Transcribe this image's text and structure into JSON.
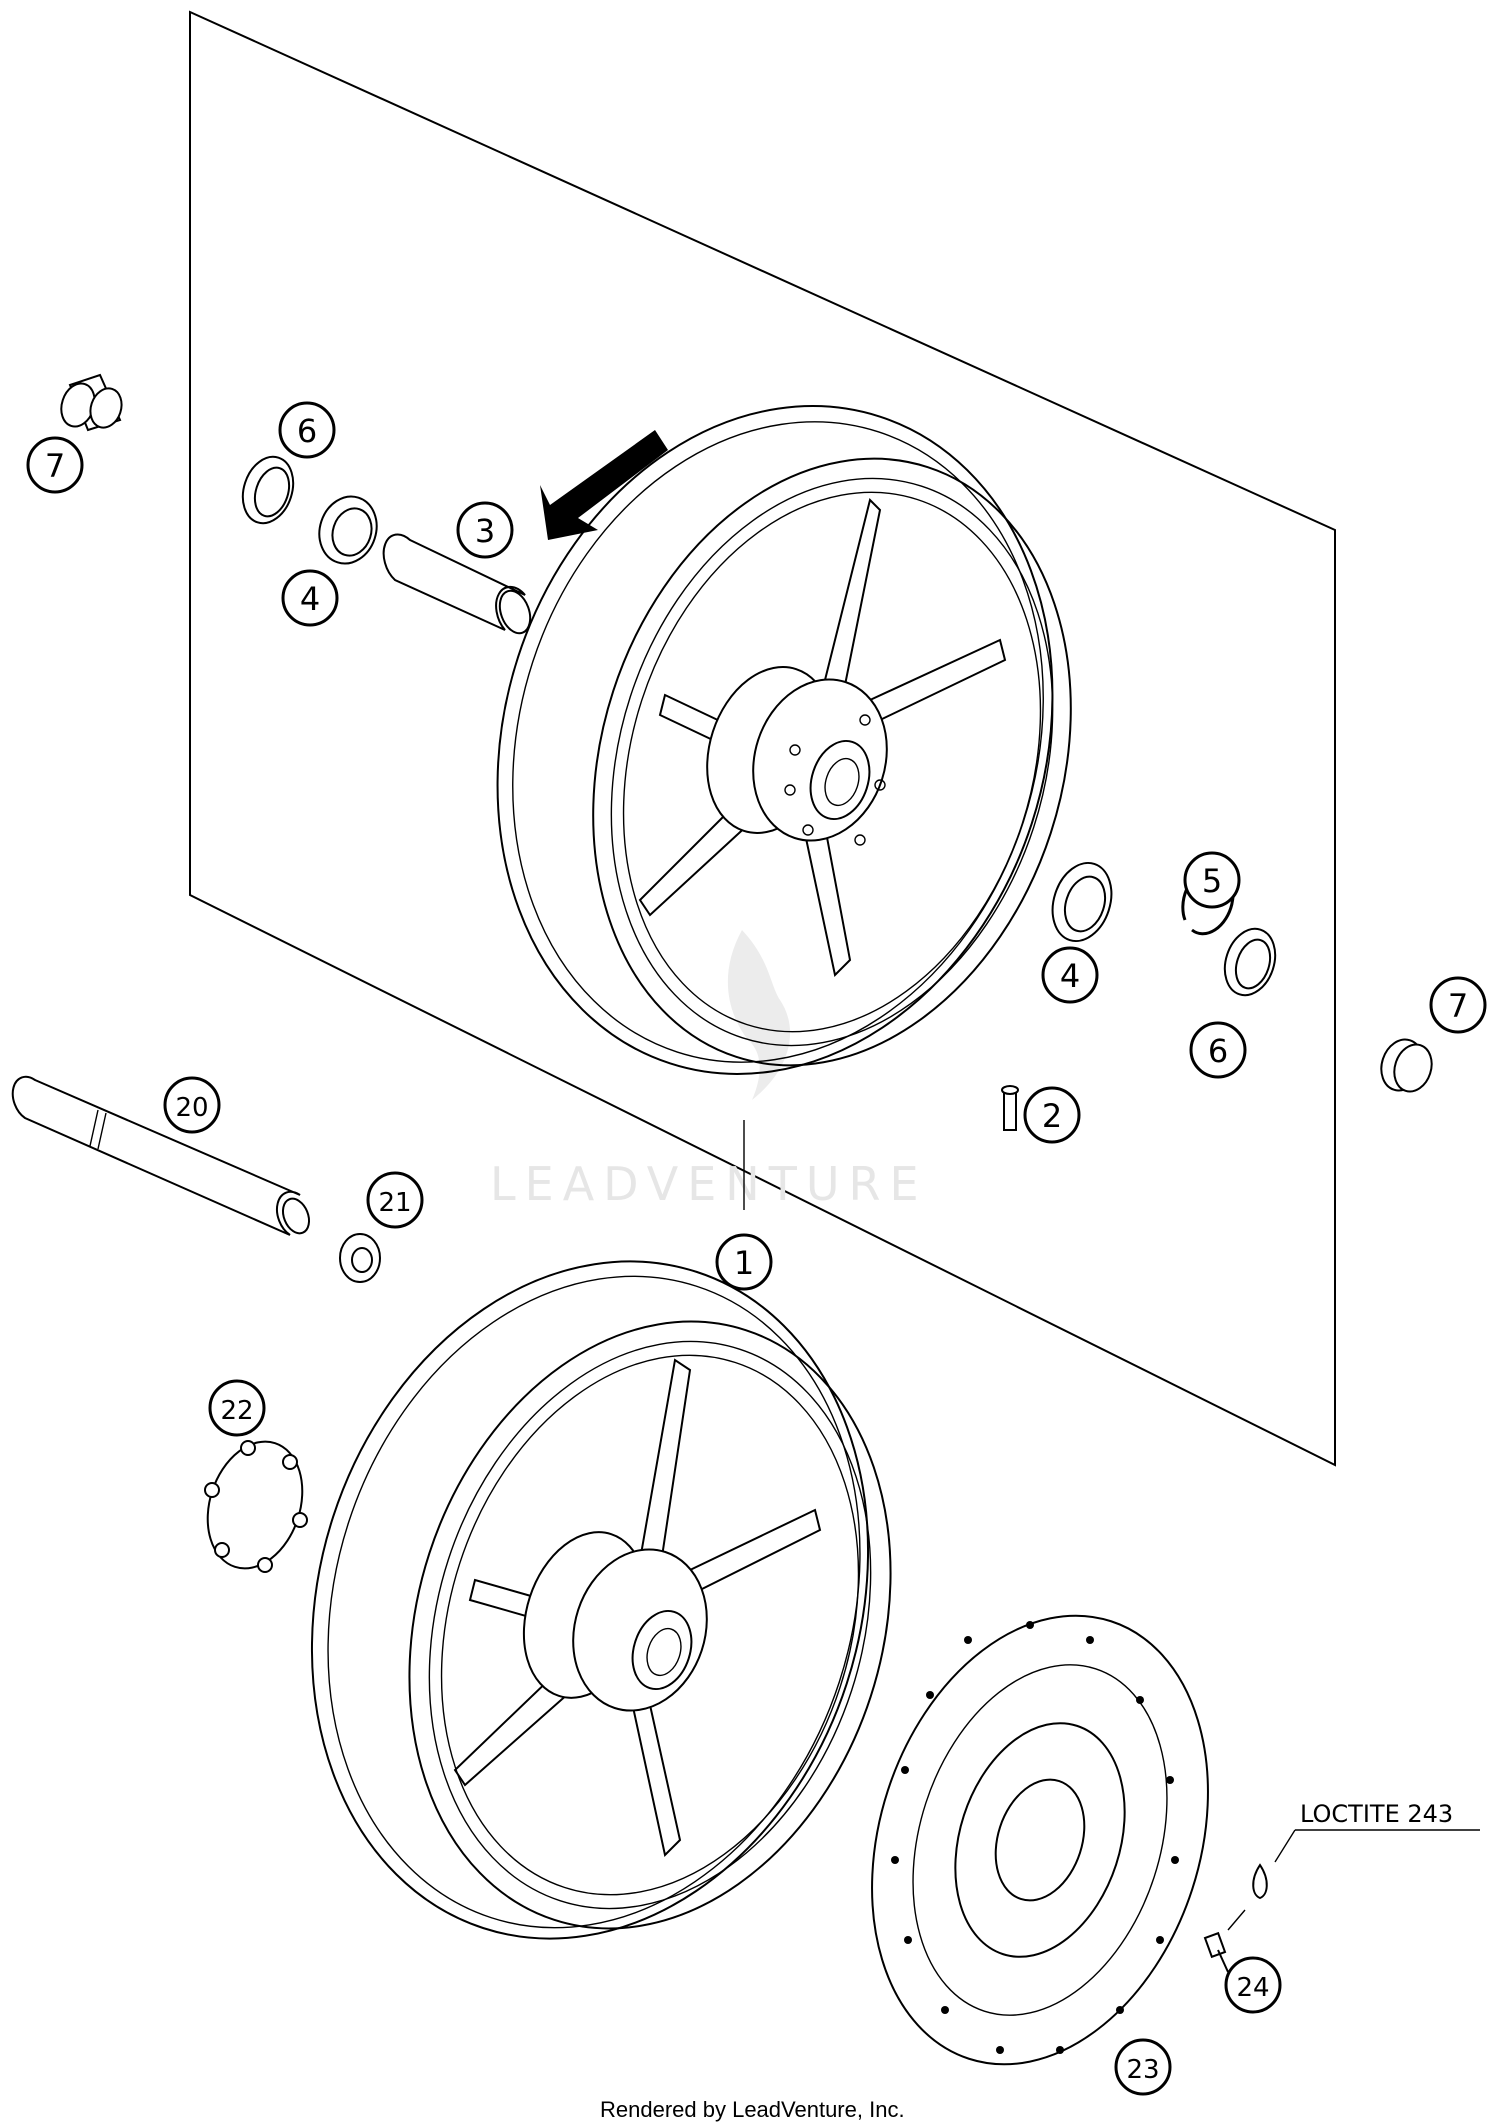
{
  "callouts": {
    "c1": "1",
    "c2": "2",
    "c3": "3",
    "c4a": "4",
    "c4b": "4",
    "c5": "5",
    "c6a": "6",
    "c6b": "6",
    "c7a": "7",
    "c7b": "7",
    "c20": "20",
    "c21": "21",
    "c22": "22",
    "c23": "23",
    "c24": "24"
  },
  "note": "LOCTITE 243",
  "watermark": "LEADVENTURE",
  "footer": "Rendered by LeadVenture, Inc."
}
